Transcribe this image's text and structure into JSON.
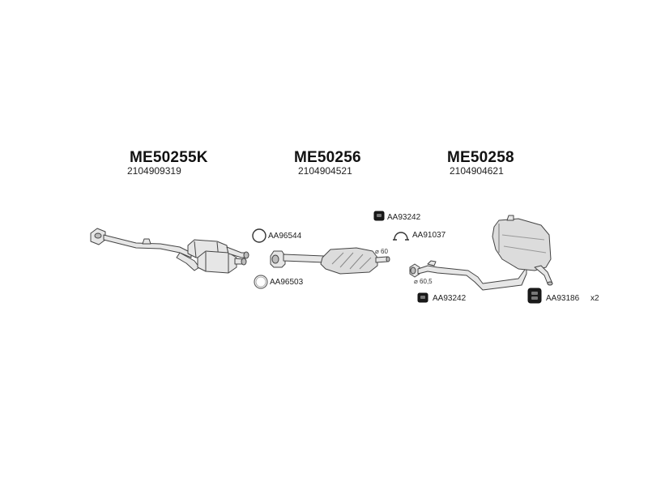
{
  "groups": [
    {
      "part_no": "ME50255K",
      "ref_no": "2104909319"
    },
    {
      "part_no": "ME50256",
      "ref_no": "2104904521"
    },
    {
      "part_no": "ME50258",
      "ref_no": "2104904621"
    }
  ],
  "parts": {
    "gasket_ring": "AA96544",
    "seal_ring": "AA96503",
    "rubber_mount_top": "AA93242",
    "clamp": "AA91037",
    "rubber_mount_bottom": "AA93242",
    "rubber_mount_rear": "AA93186",
    "rear_qty": "x2"
  },
  "dimensions": {
    "middle_diameter": "⌀ 60",
    "rear_diameter": "⌀ 60,5"
  },
  "colors": {
    "line": "#444444",
    "fill": "#e6e6e6",
    "shade": "#bdbdbd",
    "black": "#1a1a1a"
  }
}
